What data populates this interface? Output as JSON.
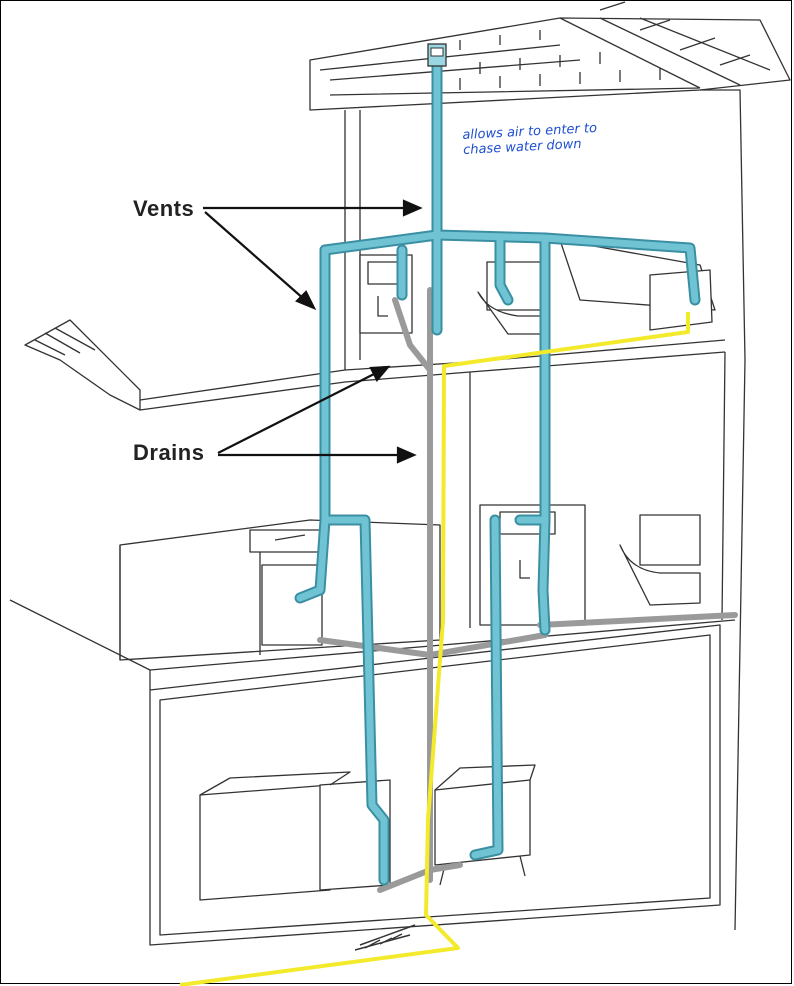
{
  "labels": {
    "vents": "Vents",
    "drains": "Drains",
    "annotation_line1": "allows air to enter to",
    "annotation_line2": "chase water down"
  },
  "colors": {
    "vent_pipe": "#6fc3d3",
    "vent_pipe_edge": "#3a8fa3",
    "drain_pipe": "#bdbdbd",
    "drain_path_highlight": "#f3ea2c",
    "annotation_ink": "#1f4fd1",
    "line_art": "#333333"
  },
  "icons": [
    "roof-vent-cap-icon",
    "sink-icon",
    "bathtub-icon",
    "toilet-icon",
    "washer-icon",
    "laundry-tub-icon"
  ]
}
